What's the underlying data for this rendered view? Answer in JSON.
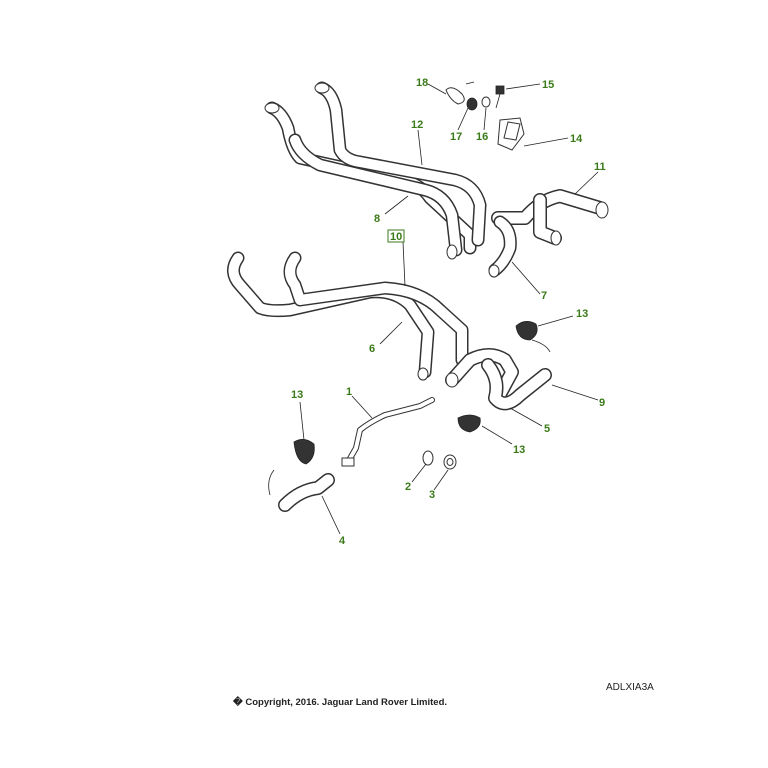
{
  "diagram": {
    "callout_color": "#3a7a18",
    "callouts": [
      {
        "id": "c18",
        "label": "18"
      },
      {
        "id": "c15",
        "label": "15"
      },
      {
        "id": "c12",
        "label": "12"
      },
      {
        "id": "c17",
        "label": "17"
      },
      {
        "id": "c16",
        "label": "16"
      },
      {
        "id": "c14",
        "label": "14"
      },
      {
        "id": "c11",
        "label": "11"
      },
      {
        "id": "c8",
        "label": "8"
      },
      {
        "id": "c10",
        "label": "10"
      },
      {
        "id": "c7",
        "label": "7"
      },
      {
        "id": "c13a",
        "label": "13"
      },
      {
        "id": "c6",
        "label": "6"
      },
      {
        "id": "c9",
        "label": "9"
      },
      {
        "id": "c1",
        "label": "1"
      },
      {
        "id": "c13b",
        "label": "13"
      },
      {
        "id": "c5",
        "label": "5"
      },
      {
        "id": "c13c",
        "label": "13"
      },
      {
        "id": "c2",
        "label": "2"
      },
      {
        "id": "c3",
        "label": "3"
      },
      {
        "id": "c4",
        "label": "4"
      }
    ],
    "reference_code": "ADLXIA3A",
    "copyright": "� Copyright, 2016. Jaguar Land Rover Limited."
  }
}
